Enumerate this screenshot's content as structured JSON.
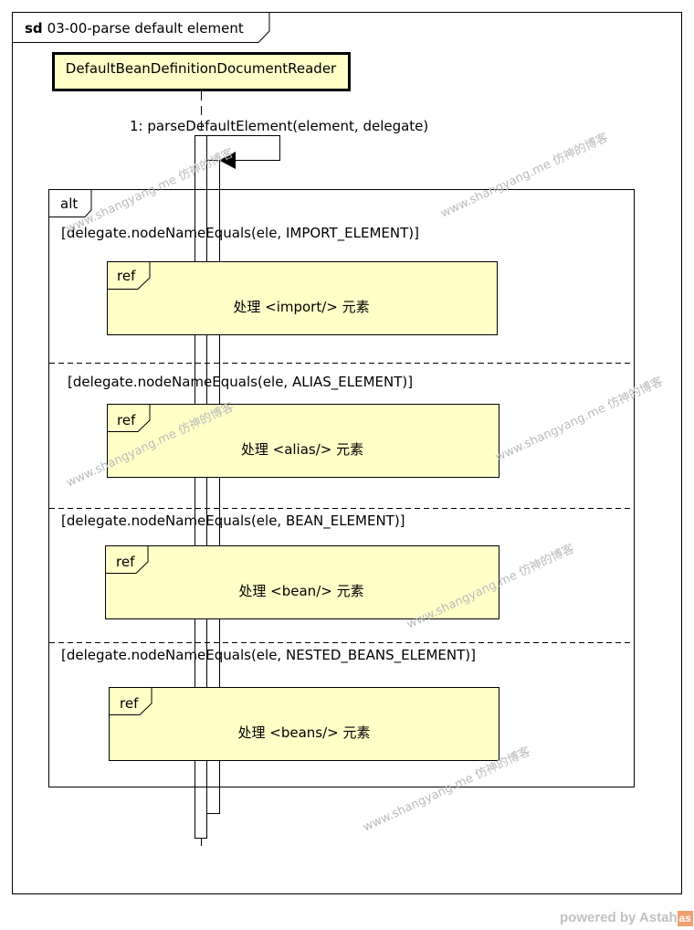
{
  "frame": {
    "keyword": "sd",
    "title": "03-00-parse default element"
  },
  "lifeline": {
    "name": "DefaultBeanDefinitionDocumentReader"
  },
  "message": {
    "label": "1: parseDefaultElement(element, delegate)"
  },
  "alt": {
    "label": "alt",
    "operands": [
      {
        "guard": "[delegate.nodeNameEquals(ele, IMPORT_ELEMENT)]",
        "ref_label": "ref",
        "ref_text": "处理 <import/> 元素"
      },
      {
        "guard": "[delegate.nodeNameEquals(ele, ALIAS_ELEMENT)]",
        "ref_label": "ref",
        "ref_text": "处理 <alias/> 元素"
      },
      {
        "guard": "[delegate.nodeNameEquals(ele, BEAN_ELEMENT)]",
        "ref_label": "ref",
        "ref_text": "处理 <bean/> 元素"
      },
      {
        "guard": "[delegate.nodeNameEquals(ele, NESTED_BEANS_ELEMENT)]",
        "ref_label": "ref",
        "ref_text": "处理 <beans/> 元素"
      }
    ]
  },
  "watermark": "www.shangyang.me 仿神的博客",
  "footer": {
    "powered_by": "powered by Astah",
    "logo": "as"
  },
  "colors": {
    "lifeline_fill": "#ffffc8",
    "ref_fill": "#ffffc8"
  }
}
